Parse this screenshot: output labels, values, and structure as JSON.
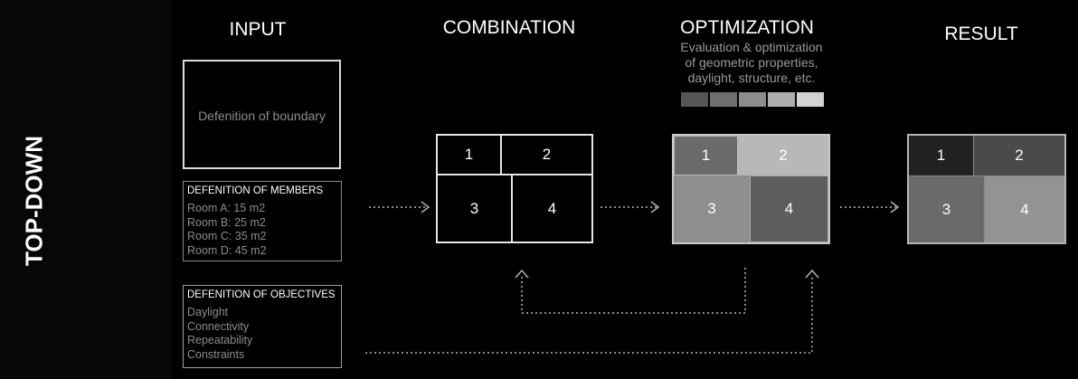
{
  "side_label": "TOP-DOWN",
  "columns": {
    "input": "INPUT",
    "combination": "COMBINATION",
    "optimization": "OPTIMIZATION",
    "result": "RESULT"
  },
  "optimization_subtitle": [
    "Evaluation & optimization",
    "of geometric properties,",
    "daylight, structure, etc."
  ],
  "ramp_colors": [
    "#555555",
    "#6e6e6e",
    "#8c8c8c",
    "#adadad",
    "#d2d2d2"
  ],
  "boundary_label": "Defenition of boundary",
  "members": {
    "heading": "DEFENITION OF MEMBERS",
    "items": [
      "Room A: 15 m2",
      "Room B: 25 m2",
      "Room C: 35 m2",
      "Room D: 45 m2"
    ]
  },
  "objectives": {
    "heading": "DEFENITION OF OBJECTIVES",
    "items": [
      "Daylight",
      "Connectivity",
      "Repeatability",
      "Constraints"
    ]
  },
  "cells": [
    "1",
    "2",
    "3",
    "4"
  ],
  "optimization_colors": [
    "#6a6a6a",
    "#b8b8b8",
    "#8e8e8e",
    "#5e5e5e"
  ],
  "result_colors": [
    "#222222",
    "#4a4a4a",
    "#6a6a6a",
    "#939393"
  ]
}
